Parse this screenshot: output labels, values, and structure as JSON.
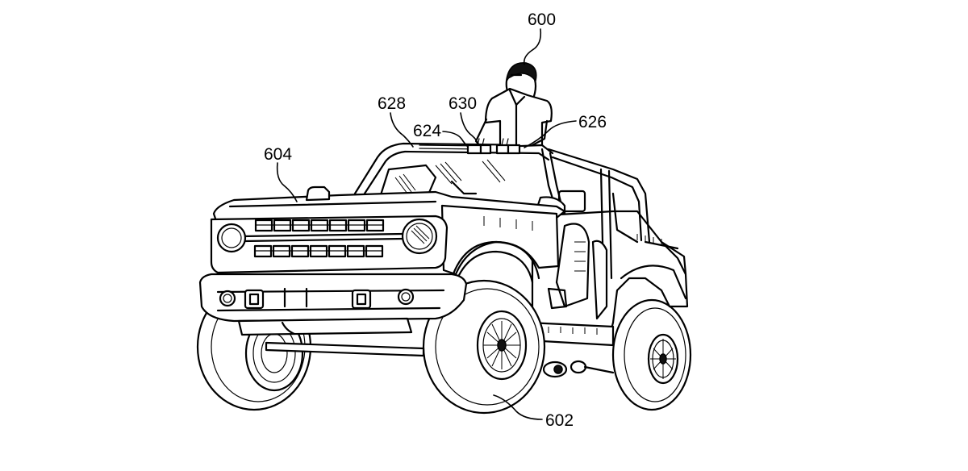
{
  "figure": {
    "type": "patent-drawing",
    "subject": "off-road SUV with standing occupant",
    "line_color": "#000000",
    "background": "#ffffff"
  },
  "reference_numerals": [
    {
      "id": "600",
      "label": "600",
      "points_to": "occupant"
    },
    {
      "id": "602",
      "label": "602",
      "points_to": "front-wheel"
    },
    {
      "id": "604",
      "label": "604",
      "points_to": "hood"
    },
    {
      "id": "624",
      "label": "624",
      "points_to": "roof-handle-left"
    },
    {
      "id": "626",
      "label": "626",
      "points_to": "roof-handle-right"
    },
    {
      "id": "628",
      "label": "628",
      "points_to": "windshield-header"
    },
    {
      "id": "630",
      "label": "630",
      "points_to": "grab-handle"
    }
  ]
}
